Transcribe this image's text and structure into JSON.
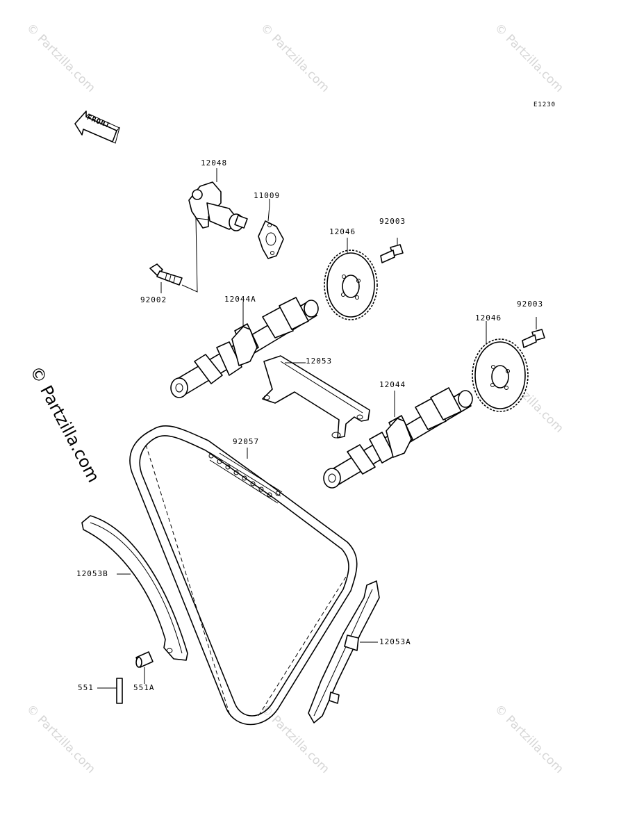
{
  "diagram_code": "E1230",
  "front_label": "FRONT",
  "watermark": "© Partzilla.com",
  "parts": {
    "p12048": "12048",
    "p11009": "11009",
    "p12046_top": "12046",
    "p92003_top": "92003",
    "p92002": "92002",
    "p12044A": "12044A",
    "p12053": "12053",
    "p12046_right": "12046",
    "p92003_right": "92003",
    "p12044": "12044",
    "p92057": "92057",
    "p12053B": "12053B",
    "p12053A": "12053A",
    "p551": "551",
    "p551A": "551A"
  }
}
